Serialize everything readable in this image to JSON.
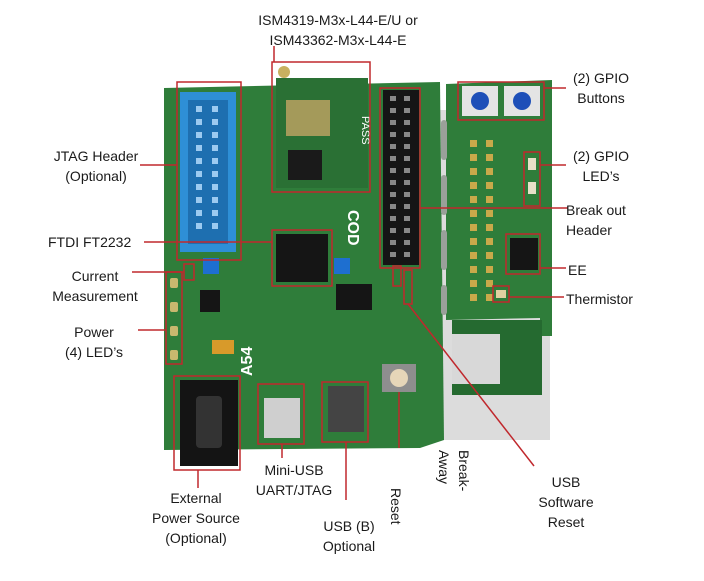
{
  "labels": {
    "module": [
      "ISM4319-M3x-L44-E/U or",
      "ISM43362-M3x-L44-E"
    ],
    "gpio_buttons": [
      "(2) GPIO",
      "Buttons"
    ],
    "jtag_header": [
      "JTAG Header",
      "(Optional)"
    ],
    "gpio_leds": [
      "(2) GPIO",
      "LED’s"
    ],
    "breakout_header": [
      "Break out",
      "Header"
    ],
    "ftdi": [
      "FTDI FT2232"
    ],
    "ee": [
      "EE"
    ],
    "current_measurement": [
      "Current",
      "Measurement"
    ],
    "thermistor": [
      "Thermistor"
    ],
    "power_leds": [
      "Power",
      "(4) LED’s"
    ],
    "usb_sw_reset": [
      "USB",
      "Software",
      "Reset"
    ],
    "external_power": [
      "External",
      "Power Source",
      "(Optional)"
    ],
    "mini_usb": [
      "Mini-USB",
      "UART/JTAG"
    ],
    "usb_b": [
      "USB (B)",
      "Optional"
    ],
    "reset": "Reset",
    "break_away": [
      "Break-",
      "Away"
    ]
  },
  "board_text": {
    "pass": "PASS",
    "cod": "COD",
    "a54": "A54"
  },
  "colors": {
    "pcb": "#2f7d3a",
    "pcb_dark": "#1f5a29",
    "callout": "#c0282d",
    "gray_bg": "#d8d8d8"
  }
}
